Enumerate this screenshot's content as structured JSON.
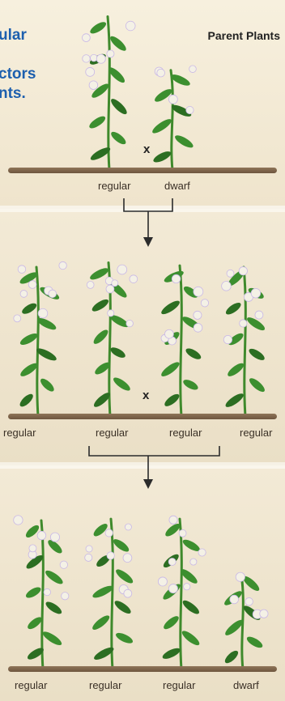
{
  "partial_text": "ular\n\nctors\nnts.",
  "title": "Parent Plants",
  "generations": [
    {
      "labels": [
        "regular",
        "dwarf"
      ],
      "cross": "x"
    },
    {
      "labels": [
        "regular",
        "regular",
        "regular",
        "regular"
      ],
      "cross": "x"
    },
    {
      "labels": [
        "regular",
        "regular",
        "regular",
        "dwarf"
      ]
    }
  ],
  "colors": {
    "stem": "#3f8a2c",
    "leaf": "#3c8f2f",
    "leaf_dark": "#2c6e22",
    "flower": "#f4f1e6",
    "flower_tint": "#c9b8e6",
    "soil": "#7a604a",
    "arrow": "#2b2b2b",
    "blue_text": "#1d5fae"
  }
}
